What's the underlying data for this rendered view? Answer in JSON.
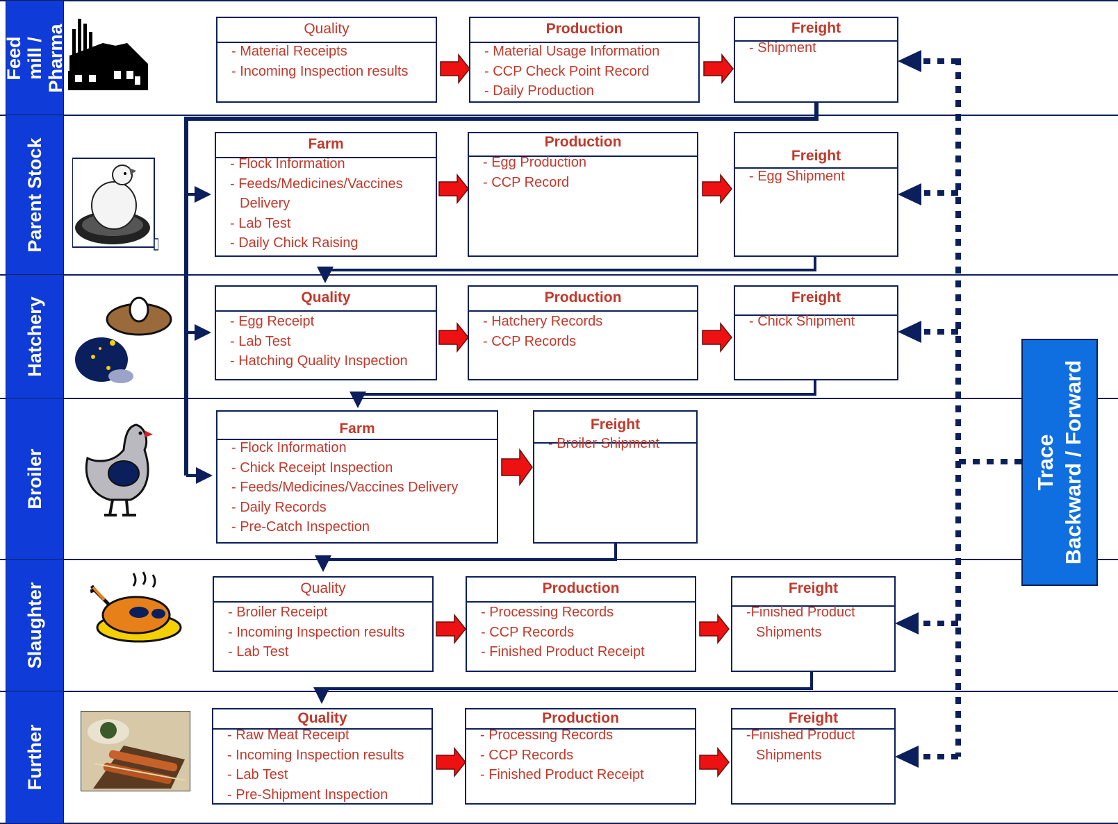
{
  "lanes": [
    {
      "label": "Feed mill /\nPharma"
    },
    {
      "label": "Parent Stock"
    },
    {
      "label": "Hatchery"
    },
    {
      "label": "Broiler"
    },
    {
      "label": "Slaughter"
    },
    {
      "label": "Further"
    }
  ],
  "icons": {
    "feedmill": "factory-icon",
    "parent": "hen-on-nest-icon",
    "hatchery": "egg-nest-and-chick-icon",
    "broiler": "chicken-icon",
    "slaughter": "roast-chicken-icon",
    "further": "skewered-meat-photo"
  },
  "boxes": {
    "feed_quality": {
      "title": "Quality",
      "items": [
        "- Material Receipts",
        "- Incoming Inspection results"
      ]
    },
    "feed_production": {
      "title": "Production",
      "items": [
        "- Material Usage Information",
        "- CCP Check Point Record",
        "- Daily Production"
      ]
    },
    "feed_freight": {
      "title": "Freight",
      "items": [
        "- Shipment"
      ]
    },
    "ps_farm": {
      "title": "Farm",
      "items": [
        "- Flock Information",
        "- Feeds/Medicines/Vaccines",
        "  Delivery",
        "- Lab Test",
        "- Daily Chick Raising"
      ]
    },
    "ps_production": {
      "title": "Production",
      "items": [
        "- Egg Production",
        "- CCP Record"
      ]
    },
    "ps_freight": {
      "title": "Freight",
      "items": [
        "- Egg Shipment"
      ]
    },
    "hat_quality": {
      "title": "Quality",
      "items": [
        "- Egg Receipt",
        "- Lab Test",
        "- Hatching Quality Inspection"
      ]
    },
    "hat_production": {
      "title": "Production",
      "items": [
        "- Hatchery Records",
        "- CCP Records"
      ]
    },
    "hat_freight": {
      "title": "Freight",
      "items": [
        "- Chick Shipment"
      ]
    },
    "br_farm": {
      "title": "Farm",
      "items": [
        "- Flock Information",
        "- Chick Receipt Inspection",
        "- Feeds/Medicines/Vaccines Delivery",
        "- Daily Records",
        "- Pre-Catch Inspection"
      ]
    },
    "br_freight": {
      "title": "Freight",
      "items": [
        "- Broiler Shipment"
      ]
    },
    "sl_quality": {
      "title": "Quality",
      "items": [
        "- Broiler Receipt",
        "- Incoming Inspection results",
        "- Lab Test"
      ]
    },
    "sl_production": {
      "title": "Production",
      "items": [
        "- Processing Records",
        "- CCP Records",
        "- Finished Product Receipt"
      ]
    },
    "sl_freight": {
      "title": "Freight",
      "items": [
        "-Finished Product",
        "Shipments"
      ]
    },
    "fu_quality": {
      "title": "Quality",
      "items": [
        "- Raw Meat Receipt",
        "- Incoming Inspection results",
        "- Lab Test",
        "- Pre-Shipment Inspection"
      ]
    },
    "fu_production": {
      "title": "Production",
      "items": [
        "- Processing Records",
        "- CCP Records",
        "- Finished Product Receipt"
      ]
    },
    "fu_freight": {
      "title": "Freight",
      "items": [
        "-Finished Product",
        "Shipments"
      ]
    }
  },
  "trace": {
    "line1": "Trace",
    "line2": "Backward / Forward"
  },
  "colors": {
    "lane_label": "#0f3bd8",
    "trace_box": "#0f6fe0",
    "line": "#0b1f5c",
    "text": "#c0392b",
    "arrow": "#ee1111"
  }
}
